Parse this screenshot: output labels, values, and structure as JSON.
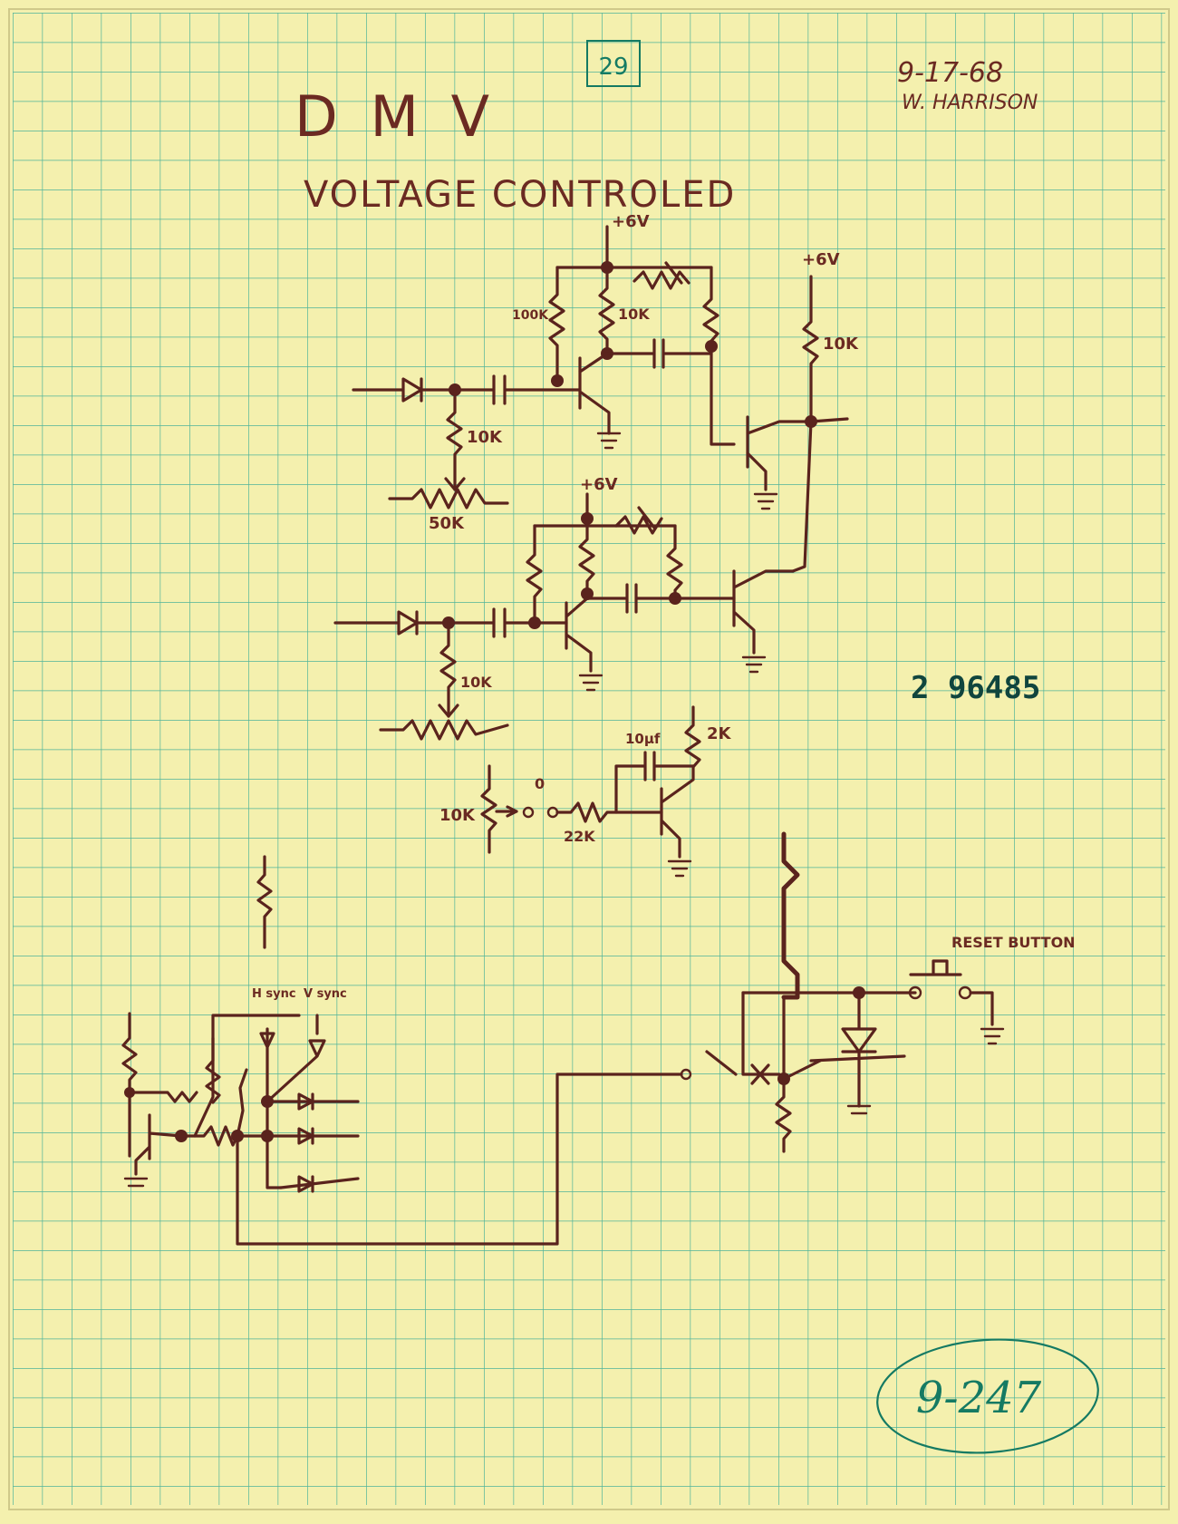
{
  "header": {
    "title": "D M V",
    "subtitle": "VOLTAGE CONTROLED",
    "page_box": "29",
    "date": "9-17-68",
    "author": "W. HARRISON"
  },
  "stamp": {
    "serial": "2 96485"
  },
  "footer": {
    "circled_number": "9-247"
  },
  "labels": {
    "v_top_1": "+6V",
    "v_top_2": "+6V",
    "v_mid": "+6V",
    "r_100k": "100K",
    "r_10k_a": "10K",
    "r_10k_b": "10K",
    "r_10k_c": "10K",
    "pot_50k": "50K",
    "r_10k_d": "10K",
    "c_10uf": "10µf",
    "r_2k": "2K",
    "r_22k": "22K",
    "pot_10k": "10K",
    "zero": "0",
    "h_sync": "H sync",
    "v_sync": "V sync",
    "reset_button": "RESET BUTTON"
  },
  "colors": {
    "paper": "#f4f0ae",
    "grid": "#4fb39a",
    "ink": "#5a231d",
    "stamp": "#10453e"
  }
}
